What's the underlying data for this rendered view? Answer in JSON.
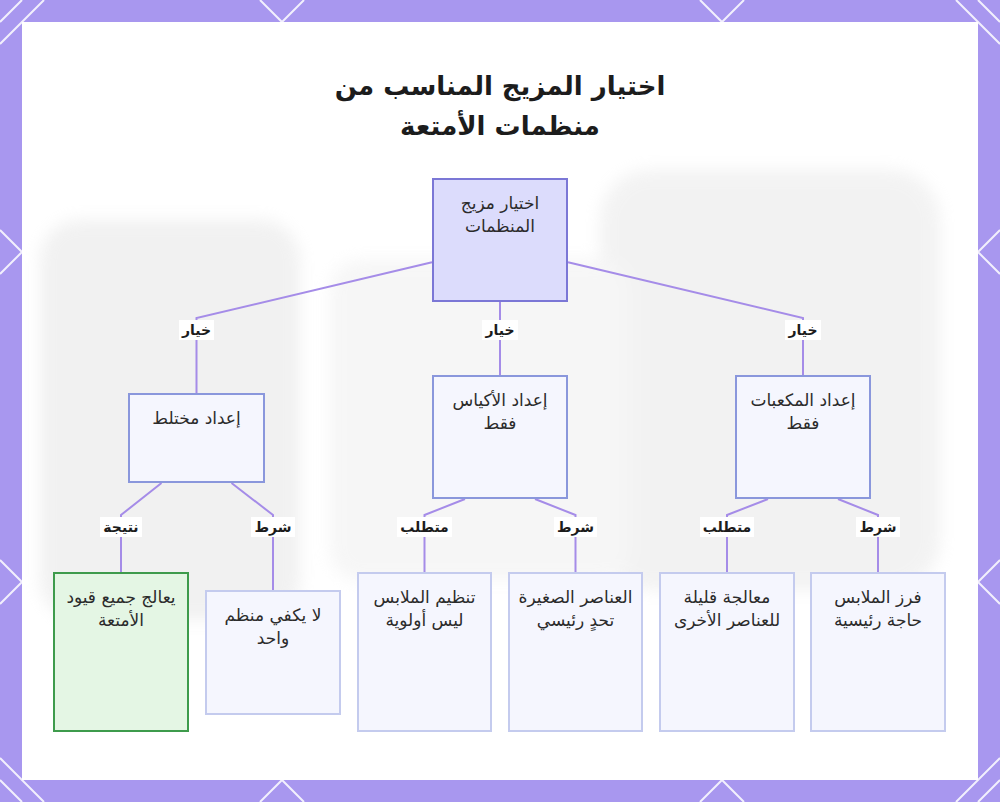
{
  "diagram": {
    "title": "اختيار المزيج المناسب من منظمات الأمتعة",
    "nodes": [
      {
        "text": [
          "اختيار مزيج المنظمات"
        ]
      },
      {
        "text": [
          "إعداد المكعبات فقط"
        ]
      },
      {
        "text": [
          "إعداد الأكياس فقط"
        ]
      },
      {
        "text": [
          "إعداد مختلط"
        ]
      },
      {
        "text": [
          "فرز الملابس حاجة رئيسية"
        ]
      },
      {
        "text": [
          "معالجة قليلة للعناصر الأخرى"
        ]
      },
      {
        "text": [
          "العناصر الصغيرة تحدٍ رئيسي"
        ]
      },
      {
        "text": [
          "تنظيم الملابس ليس أولوية"
        ]
      },
      {
        "text": [
          "لا يكفي منظم واحد"
        ]
      },
      {
        "text": [
          "يعالج جميع قيود الأمتعة"
        ]
      }
    ],
    "edges": [
      {
        "from": 0,
        "to": 1,
        "label": "خيار",
        "arrow": "none"
      },
      {
        "from": 0,
        "to": 2,
        "label": "خيار",
        "arrow": "none"
      },
      {
        "from": 0,
        "to": 3,
        "label": "خيار",
        "arrow": "none"
      },
      {
        "from": 1,
        "to": 4,
        "label": "شرط",
        "arrow": "none"
      },
      {
        "from": 1,
        "to": 5,
        "label": "متطلب",
        "arrow": "none"
      },
      {
        "from": 2,
        "to": 6,
        "label": "شرط",
        "arrow": "none"
      },
      {
        "from": 2,
        "to": 7,
        "label": "متطلب",
        "arrow": "none"
      },
      {
        "from": 3,
        "to": 8,
        "label": "شرط",
        "arrow": "none"
      },
      {
        "from": 3,
        "to": 9,
        "label": "نتيجة",
        "arrow": "none"
      }
    ]
  }
}
